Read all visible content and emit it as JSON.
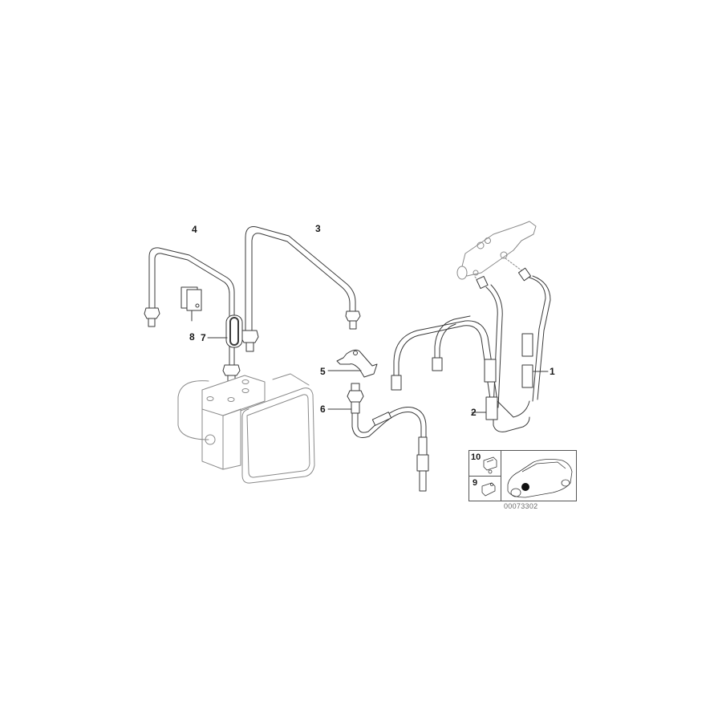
{
  "diagram": {
    "type": "parts-diagram",
    "subject": "Brake pipes / ABS hydraulic unit",
    "diagram_id": "00073302",
    "line_color": "#3a3a3a",
    "background": "#ffffff",
    "callouts": [
      {
        "number": "1",
        "part": "brake-pipe-front"
      },
      {
        "number": "2",
        "part": "brake-pipe-rear"
      },
      {
        "number": "3",
        "part": "brake-pipe-long"
      },
      {
        "number": "4",
        "part": "brake-pipe-short"
      },
      {
        "number": "5",
        "part": "pipe-bracket"
      },
      {
        "number": "6",
        "part": "brake-hose"
      },
      {
        "number": "7",
        "part": "grommet"
      },
      {
        "number": "8",
        "part": "pipe-clip"
      },
      {
        "number": "9",
        "part": "clip-inset"
      },
      {
        "number": "10",
        "part": "clip-holder-inset"
      }
    ],
    "inset": {
      "items": [
        {
          "number": "10"
        },
        {
          "number": "9"
        }
      ],
      "locator": "vehicle-front-left-marker"
    }
  }
}
